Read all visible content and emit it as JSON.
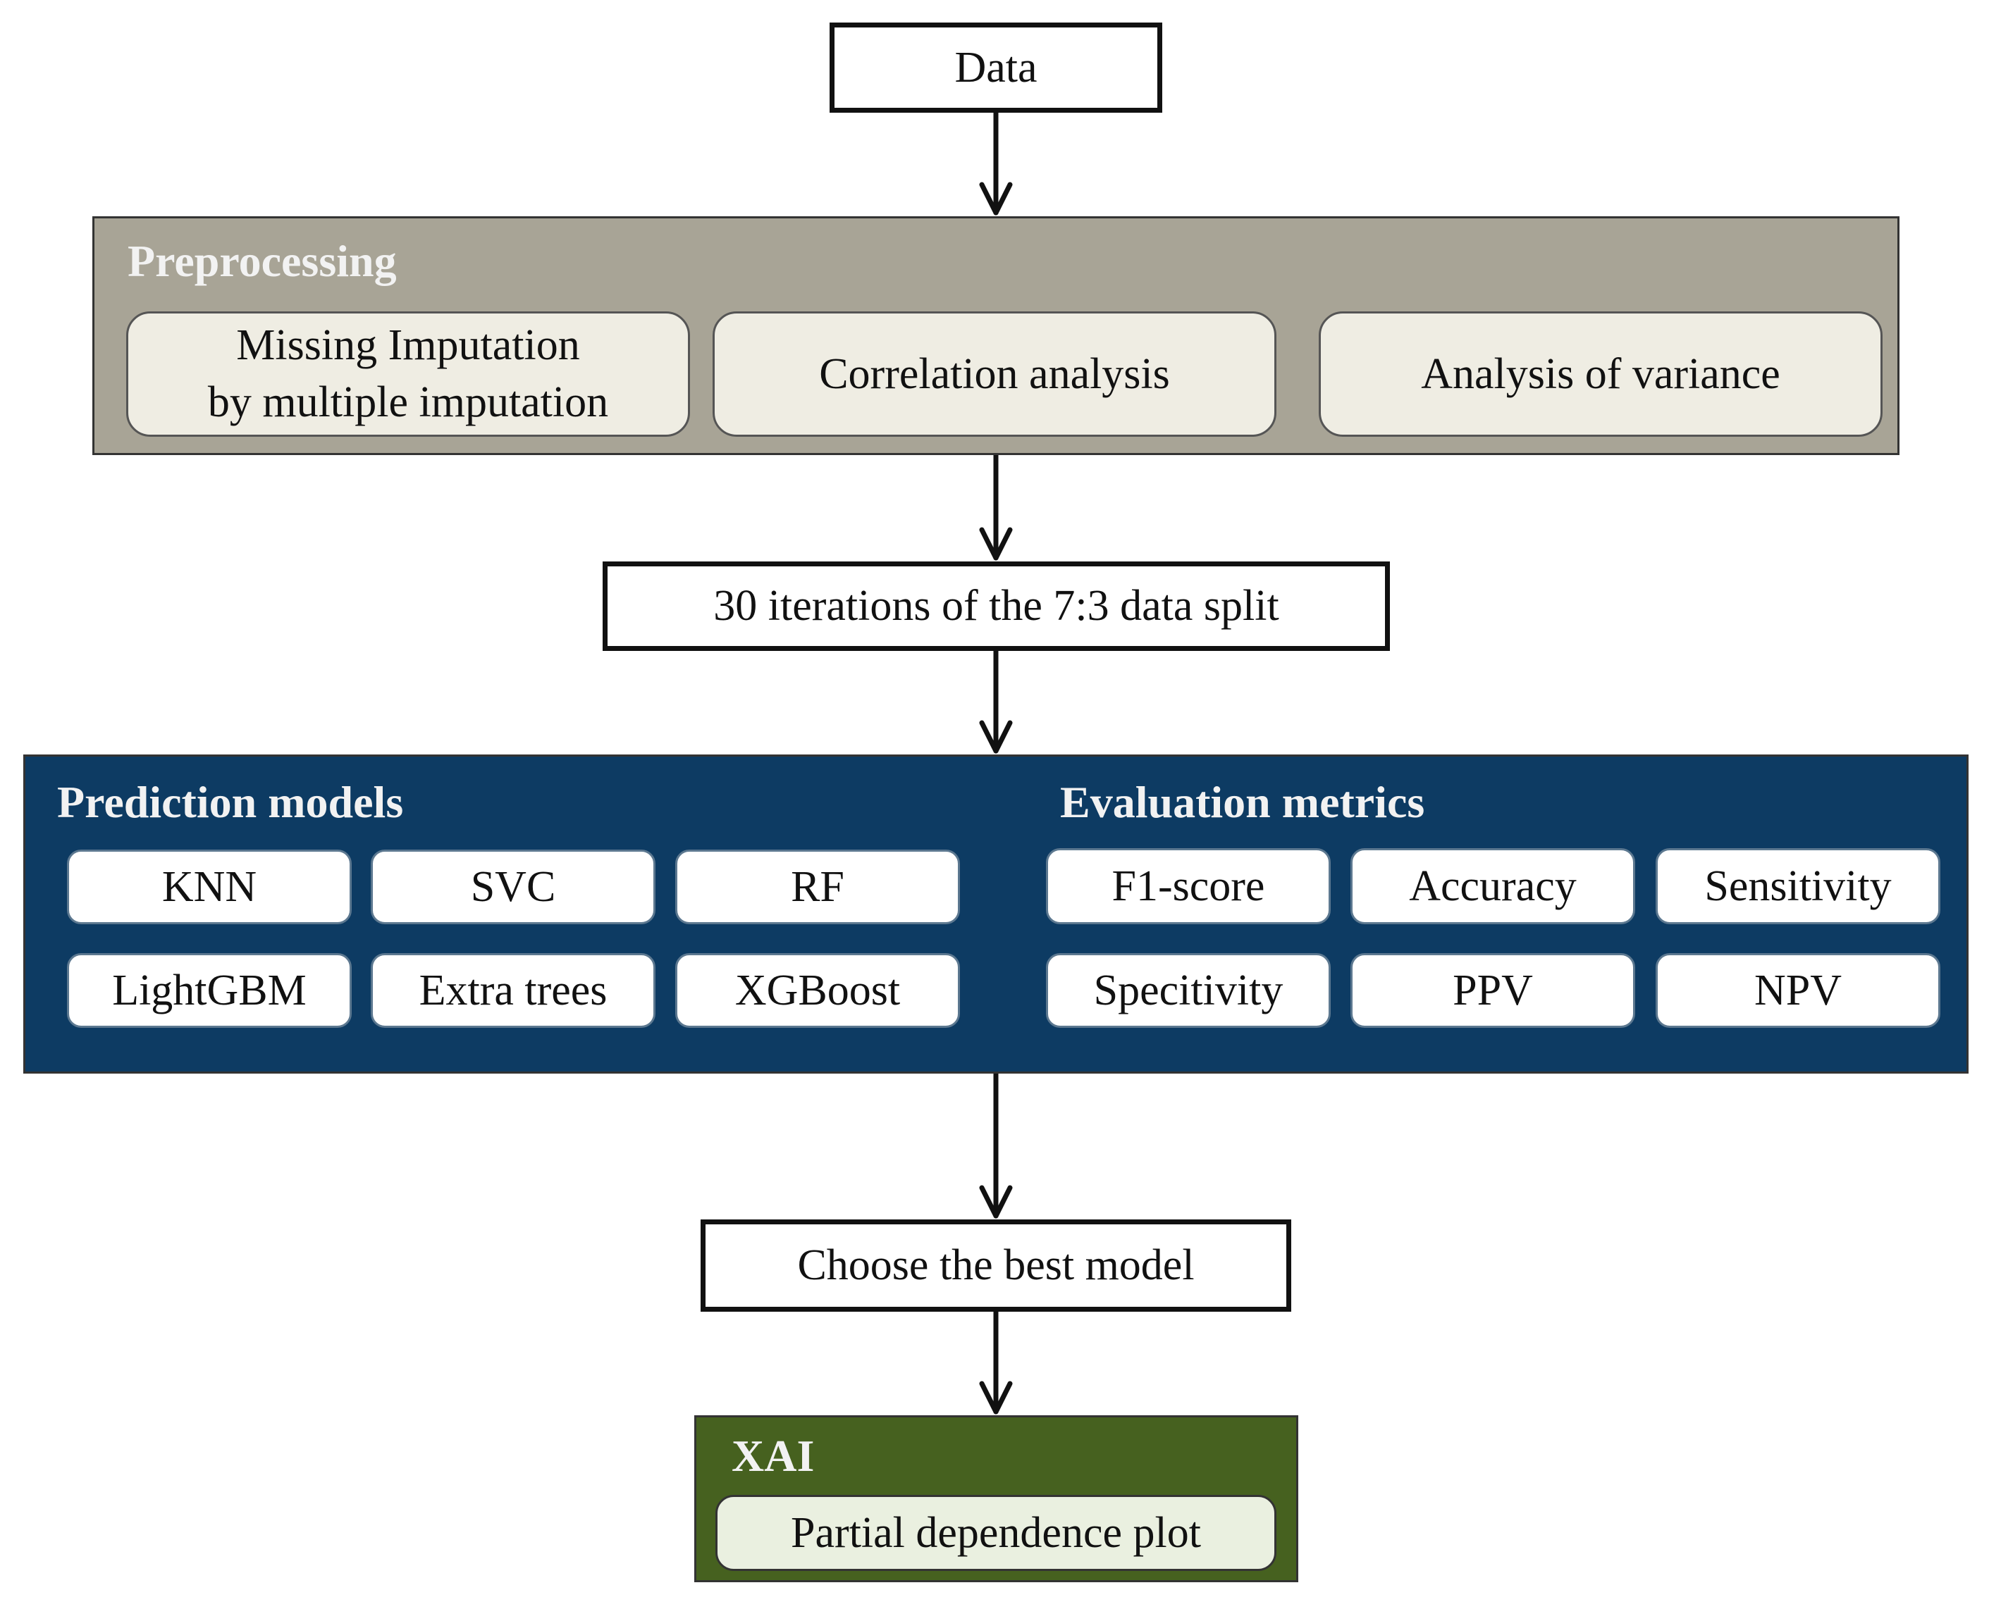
{
  "data_box": {
    "label": "Data"
  },
  "preprocessing": {
    "title": "Preprocessing",
    "items": [
      {
        "line1": "Missing  Imputation",
        "line2": "by multiple  imputation"
      },
      {
        "line1": "Correlation  analysis",
        "line2": ""
      },
      {
        "line1": "Analysis  of variance",
        "line2": ""
      }
    ]
  },
  "split_box": {
    "label": "30 iterations  of the 7:3  data split"
  },
  "modeling": {
    "models_title": "Prediction models",
    "models": [
      "KNN",
      "SVC",
      "RF",
      "LightGBM",
      "Extra  trees",
      "XGBoost"
    ],
    "metrics_title": "Evaluation metrics",
    "metrics": [
      "F1-score",
      "Accuracy",
      "Sensitivity",
      "Specitivity",
      "PPV",
      "NPV"
    ]
  },
  "best_box": {
    "label": "Choose the best model"
  },
  "xai": {
    "title": "XAI",
    "item": "Partial  dependence plot"
  },
  "colors": {
    "preprocessing_bg": "#a8a496",
    "modeling_bg": "#0d3b63",
    "xai_bg": "#46611f",
    "arrow": "#111111"
  }
}
